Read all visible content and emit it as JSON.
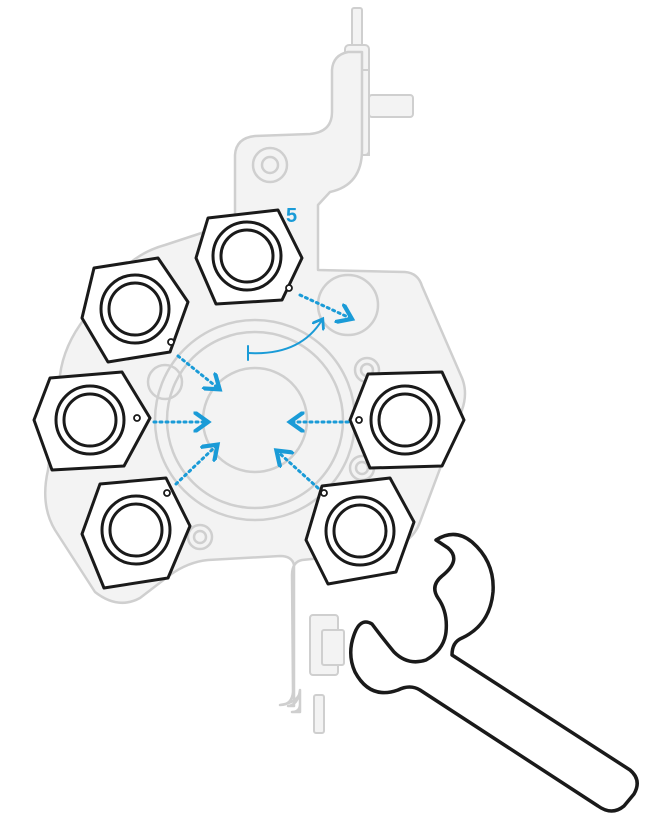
{
  "step": {
    "number": "5"
  },
  "colors": {
    "accent": "#1a9bd7",
    "outline": "#1a1a1a",
    "part_fill": "#f3f3f3",
    "part_stroke": "#cfcfcf",
    "background": "#ffffff"
  },
  "icons": {
    "wrench": "spanner-wrench-icon",
    "nut": "hex-nut-icon"
  },
  "arrows": {
    "style": "dotted-arrow",
    "count": 7
  }
}
